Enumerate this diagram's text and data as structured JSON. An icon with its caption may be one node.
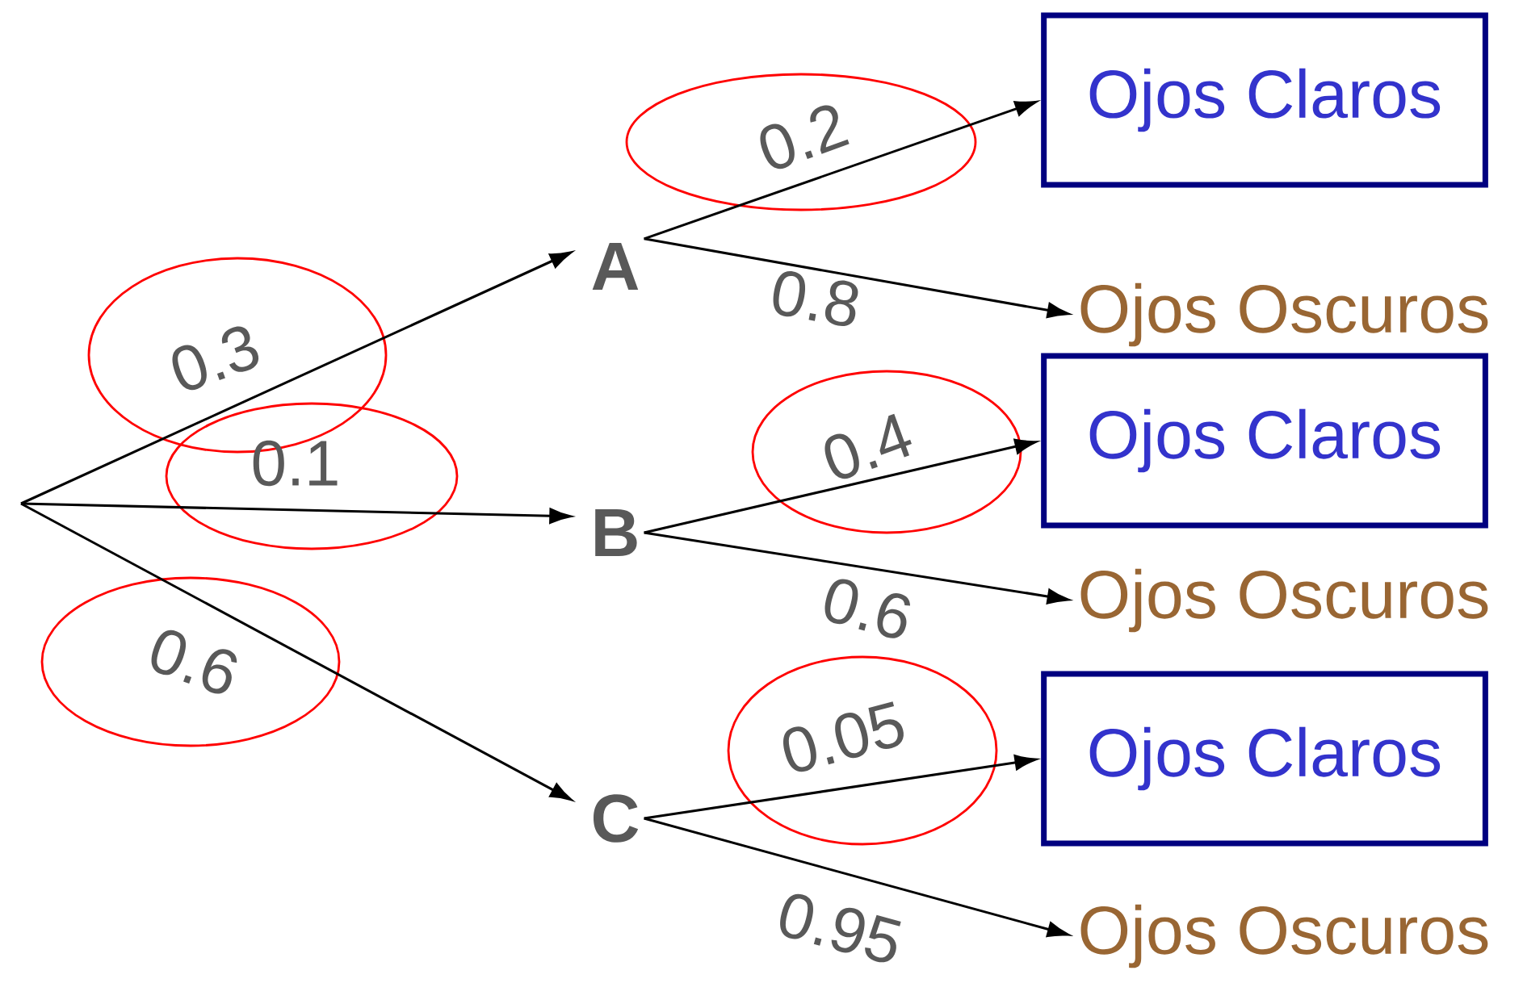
{
  "diagram": {
    "nodes": [
      {
        "text": [
          "A"
        ]
      },
      {
        "text": [
          "B"
        ]
      },
      {
        "text": [
          "C"
        ]
      },
      {
        "text": [
          "Ojos Claros"
        ]
      },
      {
        "text": [
          "Ojos Oscuros"
        ]
      },
      {
        "text": [
          "Ojos Claros"
        ]
      },
      {
        "text": [
          "Ojos Oscuros"
        ]
      },
      {
        "text": [
          "Ojos Claros"
        ]
      },
      {
        "text": [
          "Ojos Oscuros"
        ]
      }
    ],
    "edges": [
      {
        "from": null,
        "to": 0,
        "arrow": "to",
        "label": "0.3"
      },
      {
        "from": null,
        "to": 1,
        "arrow": "to",
        "label": "0.1"
      },
      {
        "from": null,
        "to": 2,
        "arrow": "to",
        "label": "0.6"
      },
      {
        "from": 0,
        "to": 3,
        "arrow": "to",
        "label": "0.2"
      },
      {
        "from": 0,
        "to": 4,
        "arrow": "to",
        "label": "0.8"
      },
      {
        "from": 1,
        "to": 5,
        "arrow": "to",
        "label": "0.4"
      },
      {
        "from": 1,
        "to": 6,
        "arrow": "to",
        "label": "0.6"
      },
      {
        "from": 2,
        "to": 7,
        "arrow": "to",
        "label": "0.05"
      },
      {
        "from": 2,
        "to": 8,
        "arrow": "to",
        "label": "0.95"
      }
    ]
  }
}
